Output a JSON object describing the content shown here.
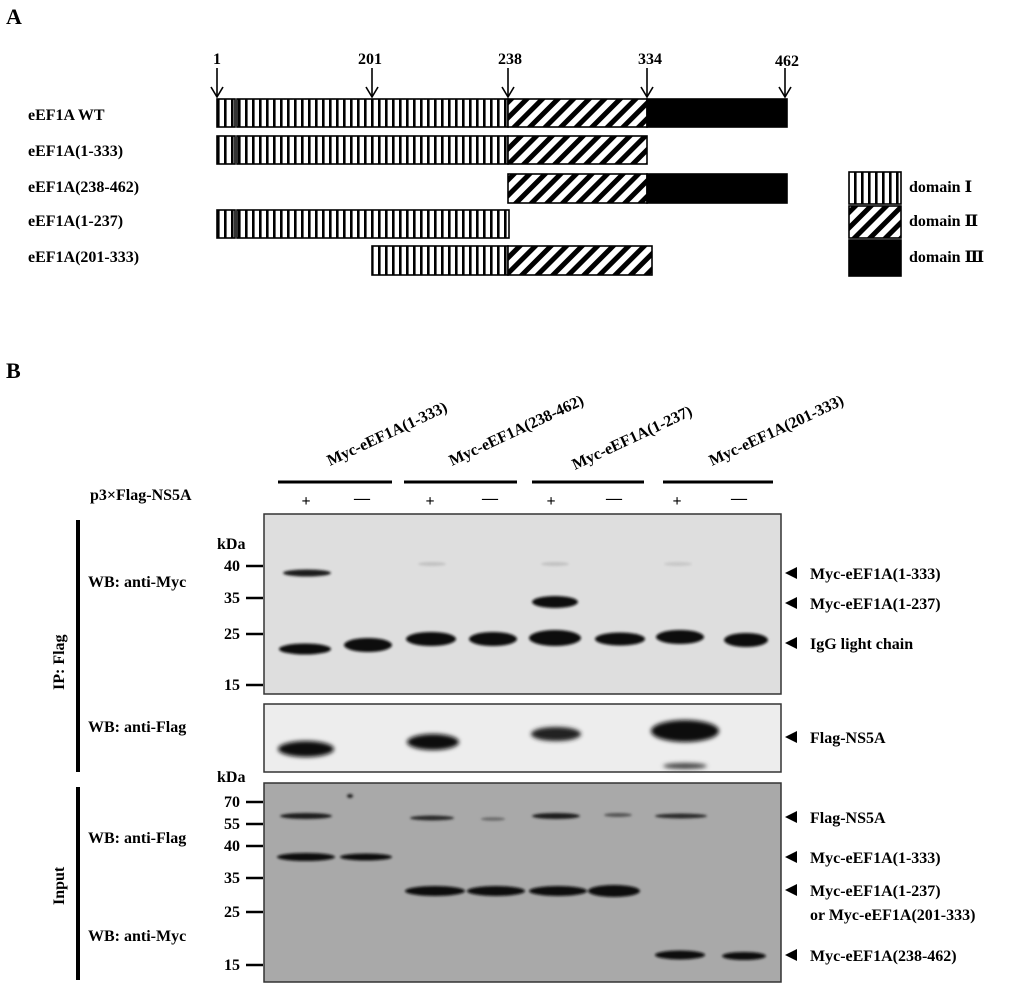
{
  "panel_a": {
    "label": "A",
    "positions": [
      {
        "value": "1",
        "residue": 1
      },
      {
        "value": "201",
        "residue": 201
      },
      {
        "value": "238",
        "residue": 238
      },
      {
        "value": "334",
        "residue": 334
      },
      {
        "value": "462",
        "residue": 462
      }
    ],
    "constructs": [
      {
        "name": "eEF1A WT",
        "start": 1,
        "end": 462
      },
      {
        "name": "eEF1A(1-333)",
        "start": 1,
        "end": 333
      },
      {
        "name": "eEF1A(238-462)",
        "start": 238,
        "end": 462
      },
      {
        "name": "eEF1A(1-237)",
        "start": 1,
        "end": 237
      },
      {
        "name": "eEF1A(201-333)",
        "start": 201,
        "end": 333
      }
    ],
    "domains": [
      {
        "name": "domain Ⅰ",
        "start": 1,
        "end": 237,
        "pattern": "vertical"
      },
      {
        "name": "domain Ⅱ",
        "start": 238,
        "end": 333,
        "pattern": "diagonal"
      },
      {
        "name": "domain Ⅲ",
        "start": 334,
        "end": 462,
        "pattern": "solid"
      }
    ]
  },
  "panel_b": {
    "label": "B",
    "lane_groups": [
      "Myc-eEF1A(1-333)",
      "Myc-eEF1A(238-462)",
      "Myc-eEF1A(1-237)",
      "Myc-eEF1A(201-333)"
    ],
    "flag_label": "p3×Flag-NS5A",
    "plus": "+",
    "minus": "—",
    "ip_label": "IP: Flag",
    "input_label": "Input",
    "kda": "kDa",
    "ip_myc": {
      "wb": "WB: anti-Myc",
      "markers": [
        "40",
        "35",
        "25",
        "15"
      ],
      "right_labels": [
        "Myc-eEF1A(1-333)",
        "Myc-eEF1A(1-237)",
        "IgG light  chain"
      ]
    },
    "ip_flag": {
      "wb": "WB: anti-Flag",
      "right_labels": [
        "Flag-NS5A"
      ]
    },
    "input": {
      "wb_flag": "WB: anti-Flag",
      "wb_myc": "WB: anti-Myc",
      "markers": [
        "70",
        "55",
        "40",
        "35",
        "25",
        "15"
      ],
      "right_labels": [
        "Flag-NS5A",
        "Myc-eEF1A(1-333)",
        "Myc-eEF1A(1-237)",
        "or Myc-eEF1A(201-333)",
        "Myc-eEF1A(238-462)"
      ]
    }
  }
}
